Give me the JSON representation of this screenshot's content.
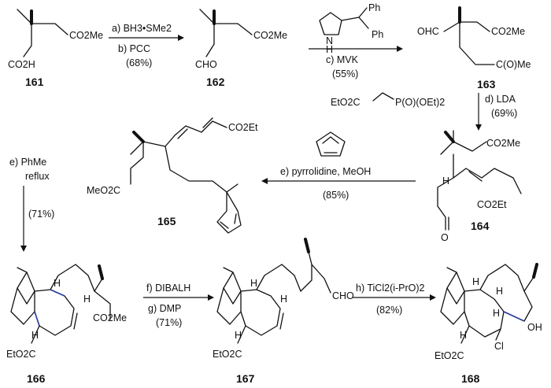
{
  "compounds": {
    "c161": {
      "number": "161",
      "ester": "CO2Me",
      "acid": "CO2H"
    },
    "c162": {
      "number": "162",
      "ester": "CO2Me",
      "aldehyde": "CHO"
    },
    "c163": {
      "number": "163",
      "aldehyde": "OHC",
      "ester": "CO2Me",
      "ketone": "C(O)Me"
    },
    "c164": {
      "number": "164",
      "ester": "CO2Me",
      "h": "H",
      "ethyl_ester": "CO2Et",
      "oxygen": "O"
    },
    "c165": {
      "number": "165",
      "ethyl_ester": "CO2Et",
      "methyl_ester": "MeO2C"
    },
    "c166": {
      "number": "166",
      "h1": "H",
      "h2": "H",
      "h3": "H",
      "ester": "CO2Me",
      "ethyl_ester": "EtO2C"
    },
    "c167": {
      "number": "167",
      "h1": "H",
      "h2": "H",
      "h3": "H",
      "aldehyde": "CHO",
      "ethyl_ester": "EtO2C"
    },
    "c168": {
      "number": "168",
      "h1": "H",
      "h2": "H",
      "h3": "H",
      "h4": "H",
      "oh": "OH",
      "cl": "Cl",
      "ethyl_ester": "EtO2C"
    }
  },
  "catalyst": {
    "nh": "N",
    "h": "H",
    "ph1": "Ph",
    "ph2": "Ph"
  },
  "steps": {
    "ab": {
      "a": "a) BH3•SMe2",
      "b": "b) PCC",
      "yield": "(68%)"
    },
    "c": {
      "label": "c) MVK",
      "yield": "(55%)"
    },
    "d": {
      "reagent": "EtO2C",
      "phosphonate": "P(O)(OEt)2",
      "label": "d) LDA",
      "yield": "(69%)"
    },
    "e_cond": {
      "label": "e) pyrrolidine, MeOH",
      "yield": "(85%)"
    },
    "e_heat": {
      "solvent": "e) PhMe",
      "temp": "reflux",
      "yield": "(71%)"
    },
    "fg": {
      "f": "f) DIBALH",
      "g": "g) DMP",
      "yield": "(71%)"
    },
    "h": {
      "label": "h) TiCl2(i-PrO)2",
      "yield": "(82%)"
    }
  }
}
